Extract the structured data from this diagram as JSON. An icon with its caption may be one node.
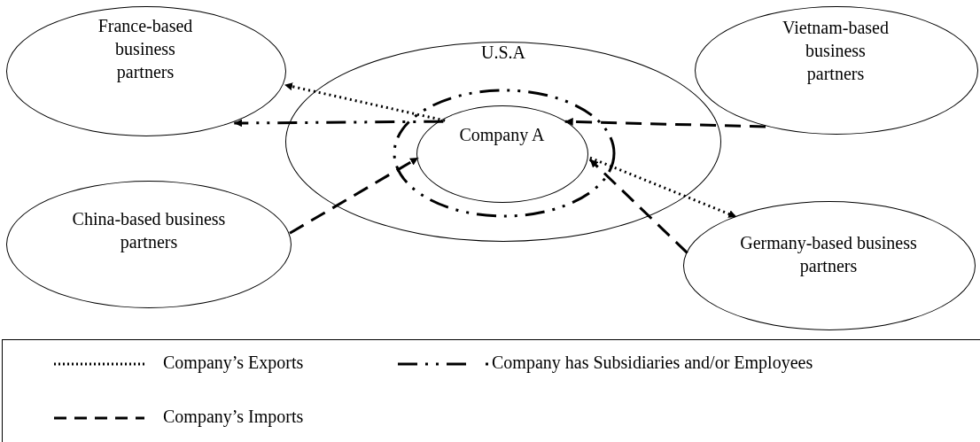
{
  "diagram": {
    "nodes": [
      {
        "text": [
          "U.S.A"
        ]
      },
      {
        "text": [],
        "shape": "circle",
        "in": 0
      },
      {
        "text": [
          "Company A"
        ],
        "in": 1
      },
      {
        "text": [
          "France-based business partners"
        ]
      },
      {
        "text": [
          "Vietnam-based business partners"
        ]
      },
      {
        "text": [
          "China-based business partners"
        ]
      },
      {
        "text": [
          "Germany-based business partners"
        ]
      }
    ],
    "edges": [
      {
        "from": 2,
        "to": 3,
        "arrow": "to"
      },
      {
        "from": 2,
        "to": 3,
        "arrow": "to"
      },
      {
        "from": 2,
        "to": 6,
        "arrow": "to"
      },
      {
        "from": 4,
        "to": 2,
        "arrow": "to",
        "style": "dashed"
      },
      {
        "from": 5,
        "to": 2,
        "arrow": "to",
        "style": "dashed"
      },
      {
        "from": 6,
        "to": 2,
        "arrow": "to",
        "style": "dashed"
      }
    ],
    "legend": [
      {
        "text": "Company’s Exports"
      },
      {
        "text": "Company has Subsidiaries and/or Employees"
      },
      {
        "text": "Company’s Imports"
      }
    ]
  }
}
